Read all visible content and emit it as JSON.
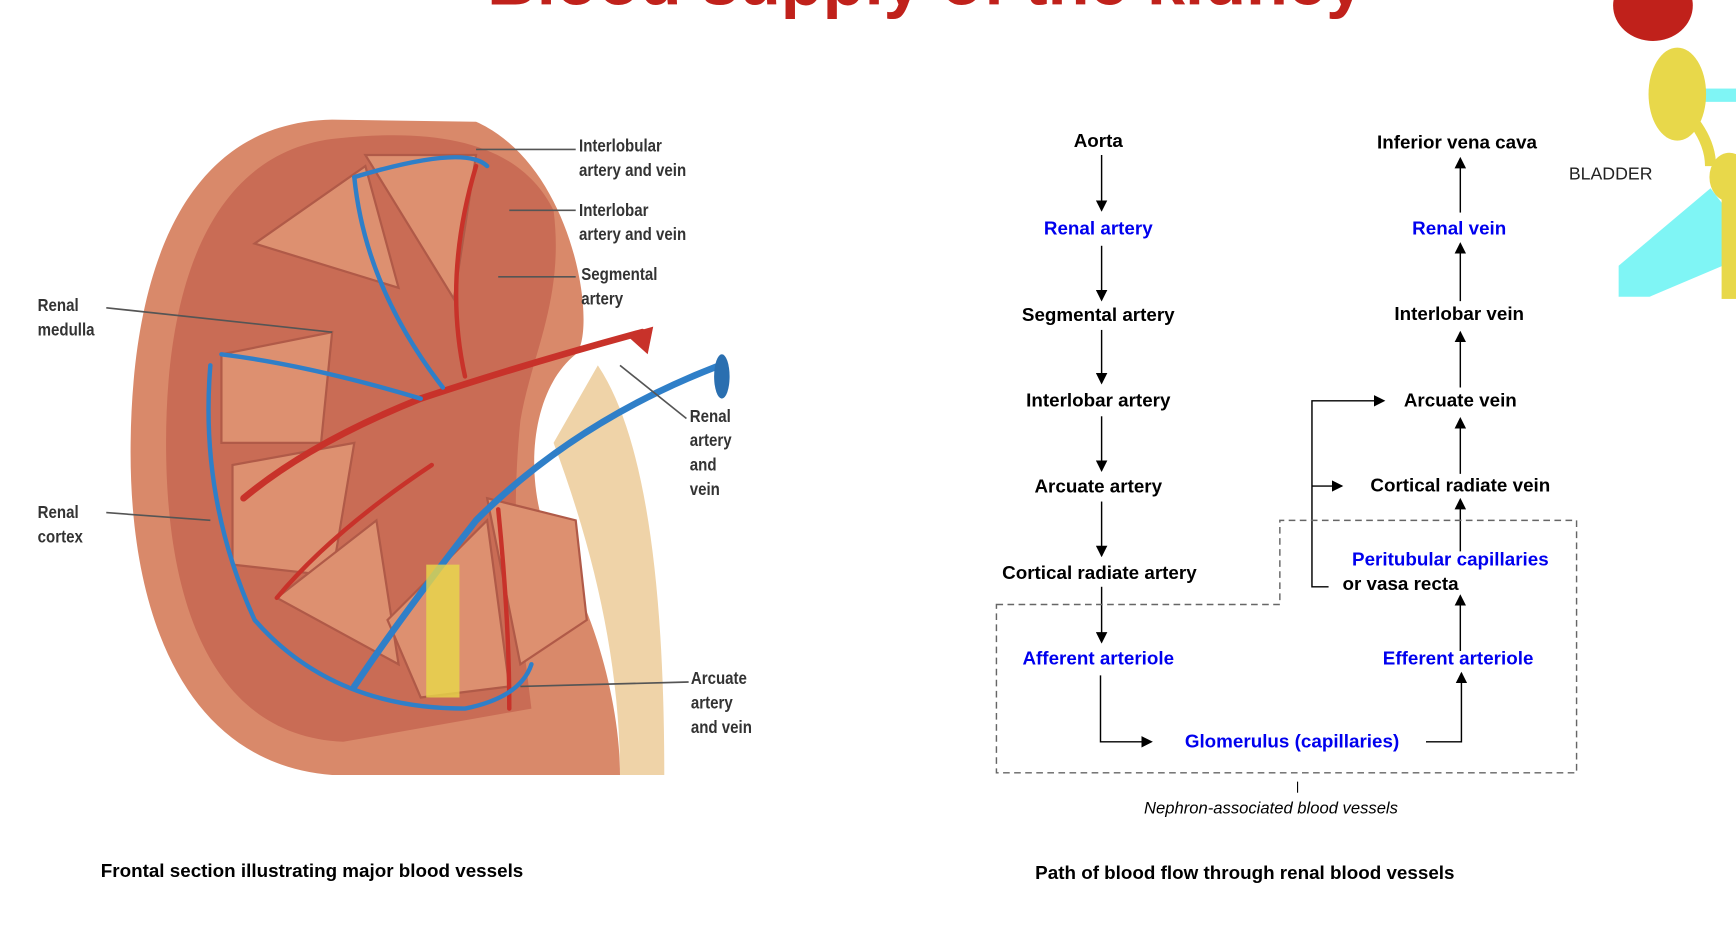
{
  "title": "Blood supply of the kidney",
  "left_figure": {
    "caption": "Frontal section illustrating major blood vessels",
    "labels": {
      "interlobular": "Interlobular\nartery and vein",
      "interlobar": "Interlobar\nartery and vein",
      "segmental": "Segmental\nartery",
      "medulla": "Renal\nmedulla",
      "renal_av": "Renal\nartery\nand\nvein",
      "cortex": "Renal\ncortex",
      "arcuate": "Arcuate\nartery\nand vein"
    }
  },
  "flowchart": {
    "caption": "Path of blood flow through renal blood vessels",
    "arterial": [
      "Aorta",
      "Renal artery",
      "Segmental artery",
      "Interlobar artery",
      "Arcuate artery",
      "Cortical radiate artery",
      "Afferent arteriole"
    ],
    "glomerulus": "Glomerulus (capillaries)",
    "venous": [
      "Efferent arteriole",
      "Peritubular capillaries",
      "or vasa recta",
      "Cortical radiate vein",
      "Arcuate vein",
      "Interlobar vein",
      "Renal vein",
      "Inferior vena cava"
    ],
    "nephron_label": "Nephron-associated blood vessels",
    "colors": {
      "highlight": "#0000ee",
      "text": "#000000"
    }
  },
  "corner_graphic": {
    "label": "BLADDER",
    "colors": {
      "red": "#c0211b",
      "yellow": "#e8d84a",
      "cyan": "#7ff5f5"
    }
  }
}
